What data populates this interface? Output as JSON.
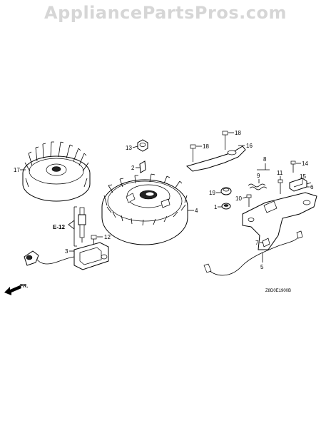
{
  "watermark": "AppliancePartsPros.com",
  "diagram_code": "Z8D0E1900B",
  "direction_label": "FR.",
  "ref_label": "E-12",
  "callouts": {
    "c1": "1",
    "c2": "2",
    "c3": "3",
    "c4": "4",
    "c5": "5",
    "c6": "6",
    "c7": "7",
    "c8": "8",
    "c9": "9",
    "c10": "10",
    "c11": "11",
    "c12": "12",
    "c13": "13",
    "c14": "14",
    "c15": "15",
    "c16": "16",
    "c17": "17",
    "c18a": "18",
    "c18b": "18",
    "c19": "19"
  }
}
